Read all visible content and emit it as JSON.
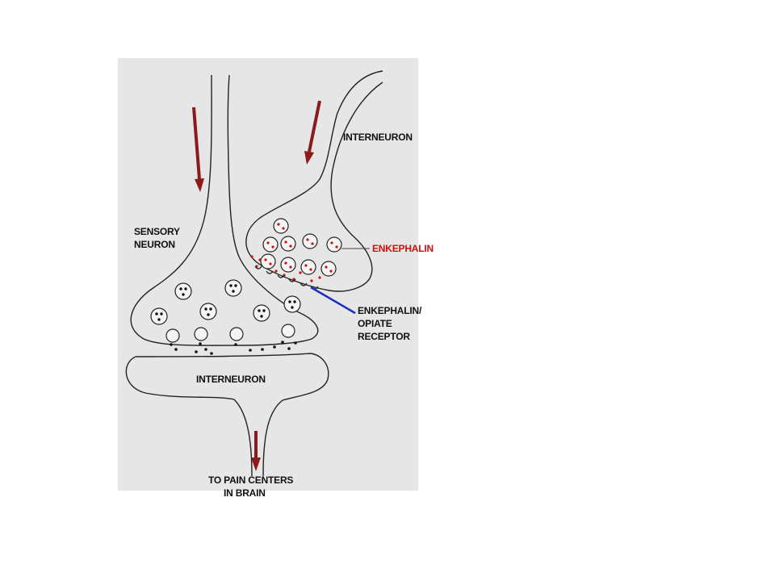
{
  "labels": {
    "interneuron_top": "INTERNEURON",
    "sensory_neuron": [
      "SENSORY",
      "NEURON"
    ],
    "enkephalin": "ENKEPHALIN",
    "receptor": [
      "ENKEPHALIN/",
      "OPIATE",
      "RECEPTOR"
    ],
    "interneuron_bottom": "INTERNEURON",
    "pain_centers": [
      "TO PAIN CENTERS",
      "IN BRAIN"
    ]
  },
  "colors": {
    "panel": "#e6e6e6",
    "line": "#222222",
    "arrow": "#8b1a1a",
    "enkephalin_label": "#cc1111",
    "enkephalin_dot": "#cc1111",
    "receptor_line": "#1a2fbf",
    "neurotransmitter_dot": "#111111"
  }
}
